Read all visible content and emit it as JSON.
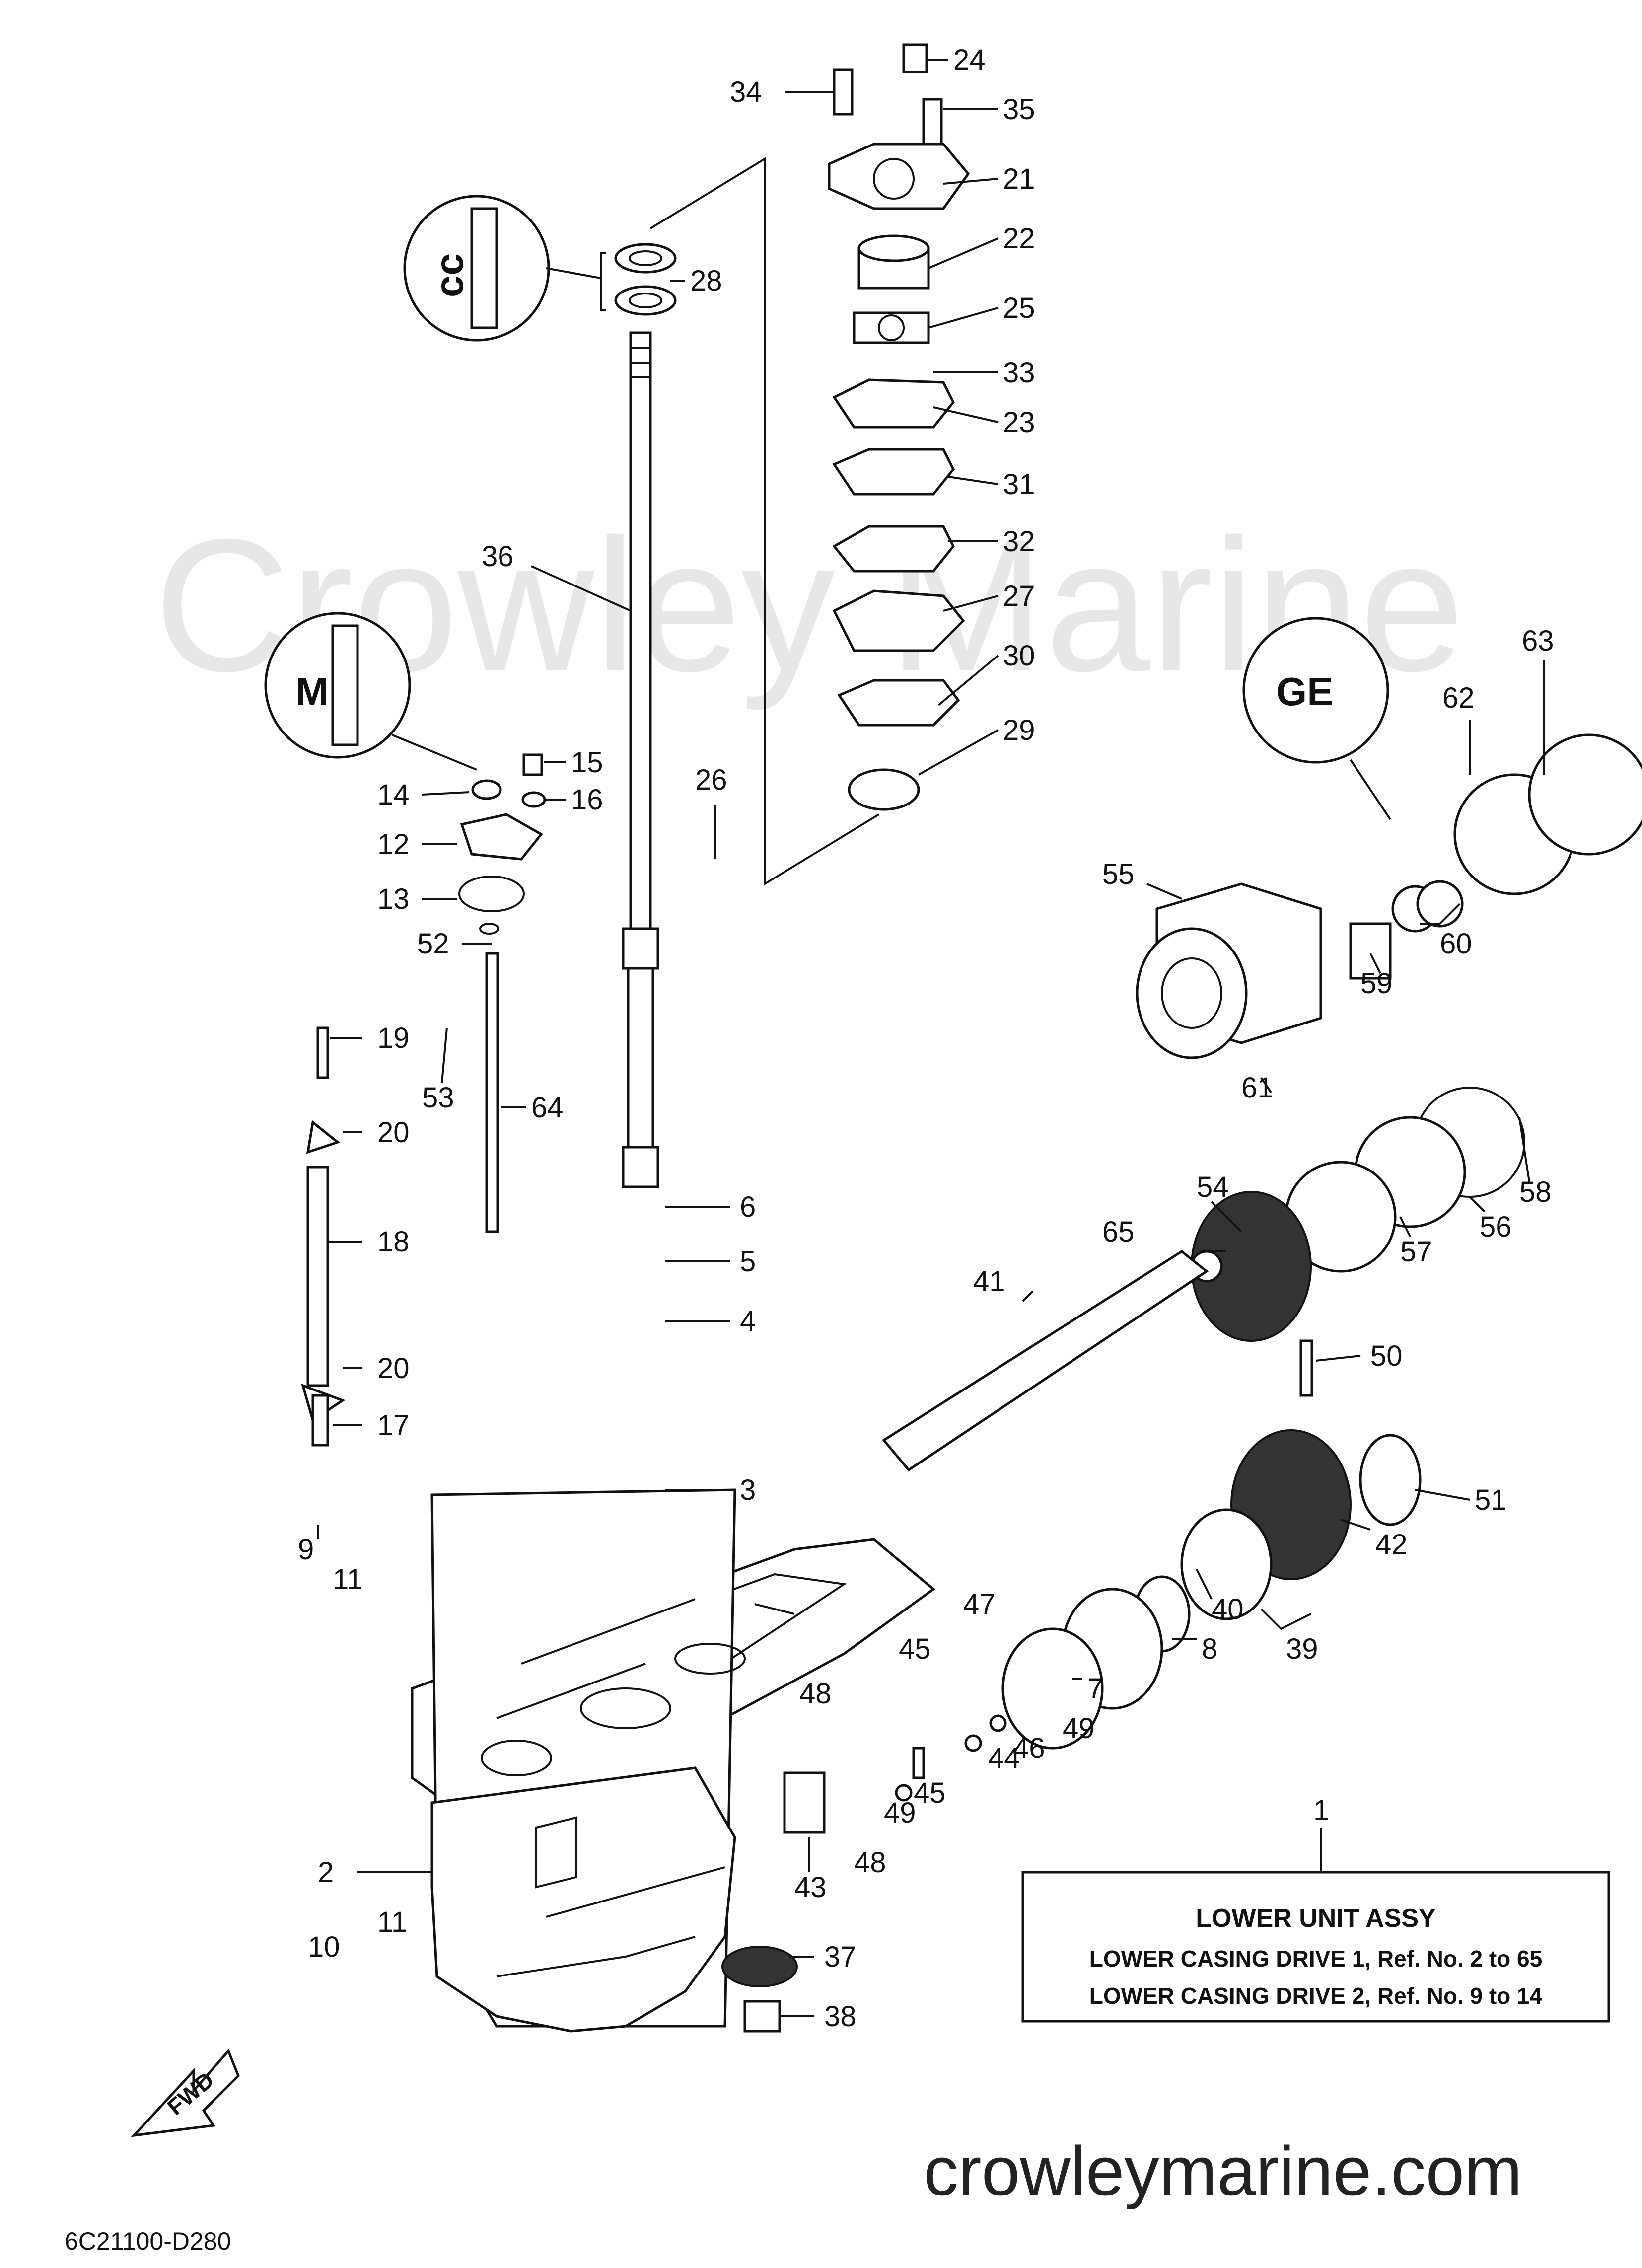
{
  "watermark": "Crowley Marine",
  "website": "crowleymarine.com",
  "drawing_code": "6C21100-D280",
  "forward_arrow_label": "FWD",
  "assy_box": {
    "title": "LOWER UNIT ASSY",
    "line1": "LOWER CASING DRIVE 1,  Ref. No. 2 to 65",
    "line2": "LOWER CASING DRIVE 2,  Ref. No. 9 to 14"
  },
  "callouts": [
    "1",
    "2",
    "3",
    "4",
    "5",
    "6",
    "7",
    "8",
    "9",
    "10",
    "11",
    "11",
    "12",
    "13",
    "14",
    "15",
    "16",
    "17",
    "18",
    "19",
    "20",
    "20",
    "21",
    "22",
    "23",
    "24",
    "25",
    "26",
    "27",
    "28",
    "29",
    "30",
    "31",
    "32",
    "33",
    "34",
    "35",
    "36",
    "37",
    "38",
    "39",
    "40",
    "41",
    "42",
    "43",
    "44",
    "45",
    "45",
    "46",
    "47",
    "48",
    "48",
    "49",
    "49",
    "50",
    "51",
    "52",
    "53",
    "54",
    "55",
    "56",
    "57",
    "58",
    "59",
    "60",
    "61",
    "62",
    "63",
    "64",
    "65"
  ],
  "icons": [
    "grease-gun-icon",
    "sealant-icon",
    "lubricant-icon"
  ]
}
